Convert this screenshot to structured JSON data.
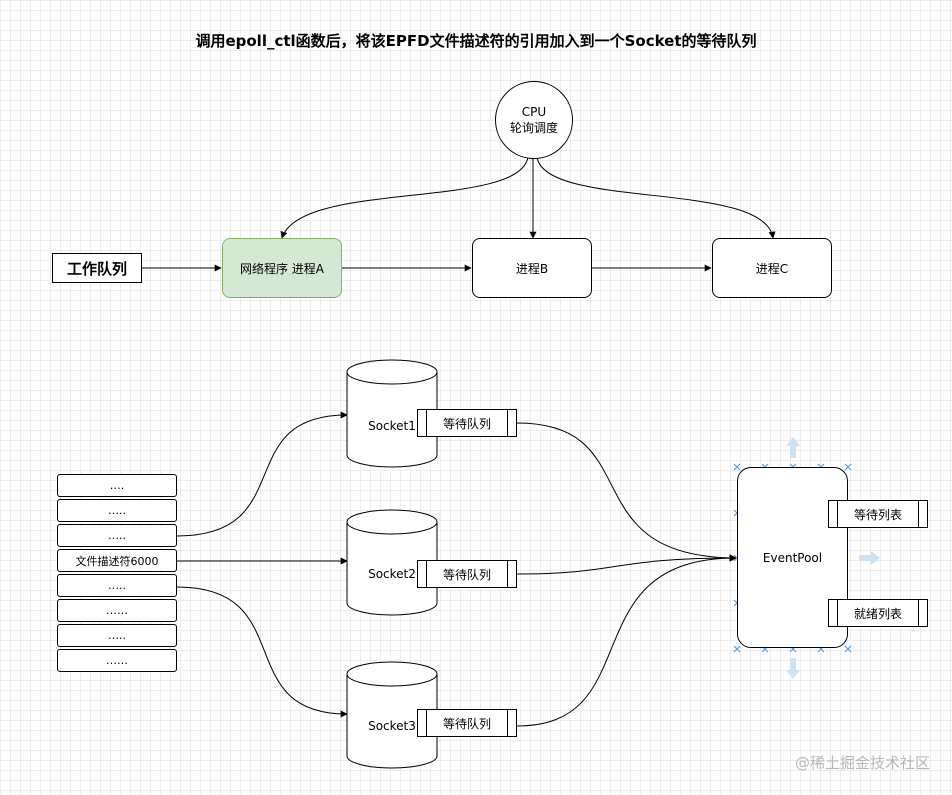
{
  "title": "调用epoll_ctl函数后，将该EPFD文件描述符的引用加入到一个Socket的等待队列",
  "cpu": {
    "line1": "CPU",
    "line2": "轮询调度"
  },
  "work_queue": "工作队列",
  "processes": {
    "a": "网络程序  进程A",
    "b": "进程B",
    "c": "进程C"
  },
  "fd_table": {
    "rows": [
      "….",
      "…..",
      "…..",
      "文件描述符6000",
      "…..",
      "……",
      "…..",
      "……"
    ]
  },
  "sockets": [
    {
      "name": "Socket1",
      "queue": "等待队列"
    },
    {
      "name": "Socket2",
      "queue": "等待队列"
    },
    {
      "name": "Socket3",
      "queue": "等待队列"
    }
  ],
  "eventpool": {
    "name": "EventPool",
    "wait_list": "等待列表",
    "ready_list": "就绪列表"
  },
  "watermark": "@稀土掘金技术社区",
  "colors": {
    "process_a_fill": "#d5e8d4",
    "process_a_stroke": "#82b366",
    "selection_handle": "#5b9bd5"
  }
}
